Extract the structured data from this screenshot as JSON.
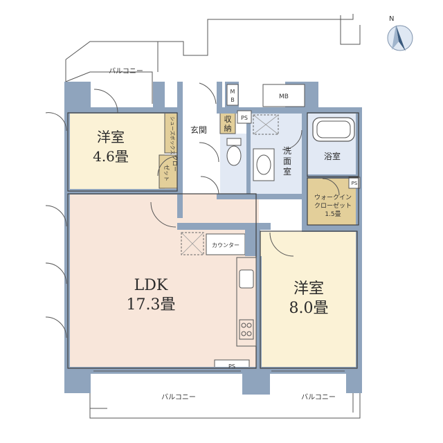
{
  "compass": {
    "label": "N"
  },
  "rooms": {
    "western_small": {
      "name": "洋室",
      "size": "4.6畳"
    },
    "ldk": {
      "name": "LDK",
      "size": "17.3畳"
    },
    "western_large": {
      "name": "洋室",
      "size": "8.0畳"
    },
    "washroom": {
      "line1": "洗",
      "line2": "面",
      "line3": "室"
    },
    "bath": {
      "name": "浴室"
    },
    "entrance": {
      "name": "玄関"
    },
    "storage": {
      "line1": "収",
      "line2": "納"
    },
    "walkin": {
      "line1": "ウォークイン",
      "line2": "クローゼット",
      "line3": "1.5畳"
    },
    "closet": {
      "line1": "クロー",
      "line2": "ゼット"
    },
    "shoebox": {
      "label": "シューズボックス"
    },
    "counter": {
      "name": "カウンター"
    }
  },
  "labels": {
    "balcony_top": "バルコニー",
    "balcony_bottom_left": "バルコニー",
    "balcony_bottom_right": "バルコニー",
    "mb_left_1": "M",
    "mb_left_2": "B",
    "mb_right": "MB",
    "ps_top": "PS",
    "ps_right": "PS",
    "ps_bottom": "PS"
  },
  "colors": {
    "wall": "#8fa4bd",
    "ldk_floor": "#f8e6da",
    "western_floor": "#fbf2d6",
    "wet_floor": "#e2e9f4",
    "walkin_floor": "#e3cf9a",
    "line": "#3d3d3d"
  }
}
